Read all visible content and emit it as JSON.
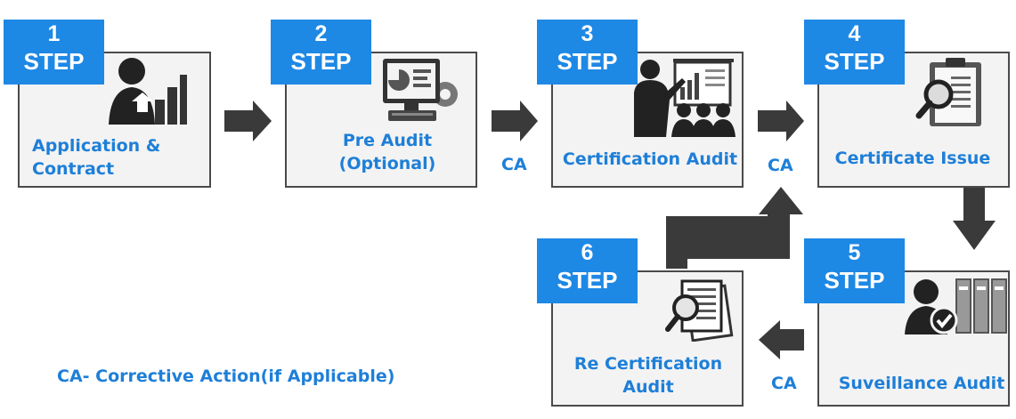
{
  "steps": [
    {
      "number": "1",
      "word": "STEP",
      "label_lines": [
        "Application &",
        "Contract"
      ]
    },
    {
      "number": "2",
      "word": "STEP",
      "label_lines": [
        "Pre Audit",
        "(Optional)"
      ]
    },
    {
      "number": "3",
      "word": "STEP",
      "label_lines": [
        "Certification Audit"
      ]
    },
    {
      "number": "4",
      "word": "STEP",
      "label_lines": [
        "Certificate Issue"
      ]
    },
    {
      "number": "5",
      "word": "STEP",
      "label_lines": [
        "Suveillance Audit"
      ]
    },
    {
      "number": "6",
      "word": "STEP",
      "label_lines": [
        "Re Certification",
        "Audit"
      ]
    }
  ],
  "connectors": {
    "ca_labels": [
      "CA",
      "CA",
      "CA"
    ]
  },
  "legend": "CA- Corrective Action(if Applicable)",
  "colors": {
    "badge": "#1e88e5",
    "text": "#1e7fd8",
    "arrow": "#3a3a3a",
    "card": "#f3f3f3",
    "border": "#4a4a4a"
  }
}
